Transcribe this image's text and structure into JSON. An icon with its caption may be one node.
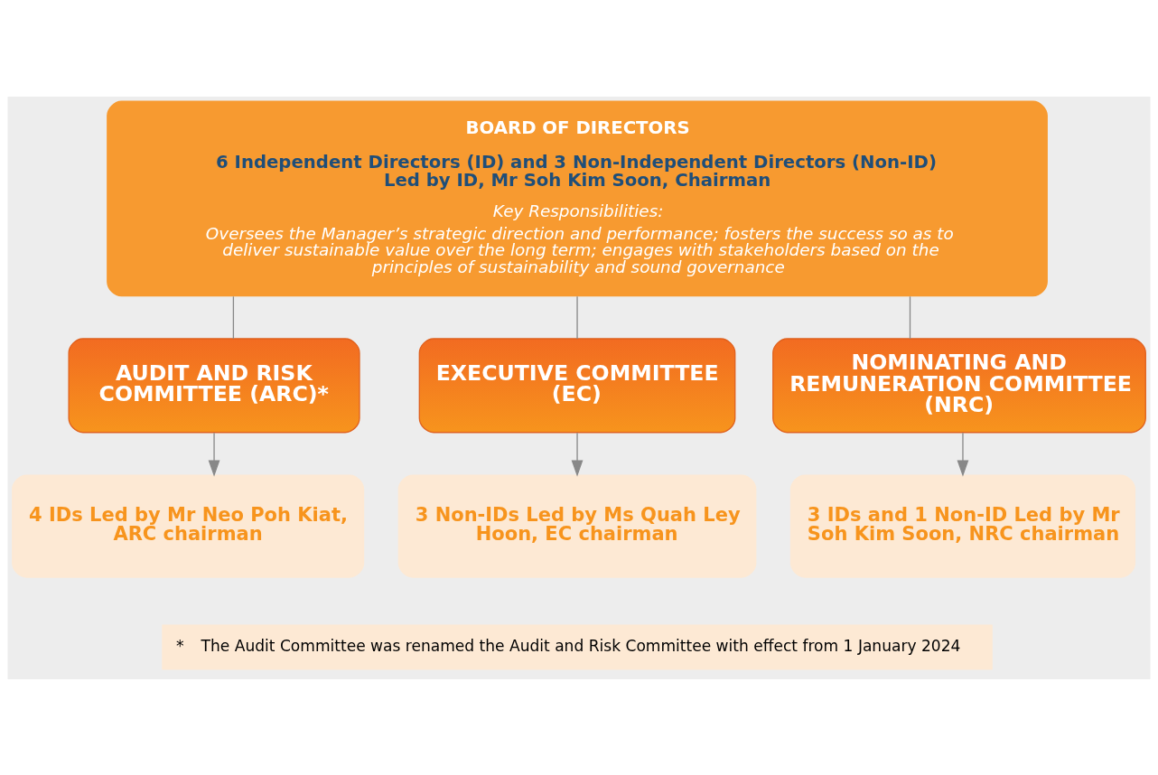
{
  "diagram": {
    "nodes": [
      {
        "text": [
          "BOARD OF DIRECTORS",
          "6 Independent Directors (ID) and 3 Non-Independent Directors (Non-ID) Led by ID, Mr Soh Kim Soon, Chairman",
          "Key Responsibilities:",
          "Oversees the Manager’s strategic direction and performance; fosters the success so as to deliver sustainable value over the long term; engages with stakeholders based on the principles of sustainability and sound governance"
        ]
      },
      {
        "text": [
          "AUDIT AND RISK COMMITTEE (ARC)*"
        ]
      },
      {
        "text": [
          "EXECUTIVE COMMITTEE (EC)"
        ]
      },
      {
        "text": [
          "NOMINATING AND REMUNERATION COMMITTEE (NRC)"
        ]
      },
      {
        "text": [
          "4 IDs Led by Mr Neo Poh Kiat, ARC chairman"
        ]
      },
      {
        "text": [
          "3 Non-IDs Led by Ms Quah Ley Hoon, EC chairman"
        ]
      },
      {
        "text": [
          "3 IDs and 1 Non-ID Led by Mr Soh Kim Soon, NRC chairman"
        ]
      }
    ],
    "edges": [
      {
        "from": 0,
        "to": 1,
        "arrow": "none"
      },
      {
        "from": 0,
        "to": 2,
        "arrow": "none"
      },
      {
        "from": 0,
        "to": 3,
        "arrow": "none"
      },
      {
        "from": 1,
        "to": 4,
        "arrow": "to"
      },
      {
        "from": 2,
        "to": 5,
        "arrow": "to"
      },
      {
        "from": 3,
        "to": 6,
        "arrow": "to"
      }
    ],
    "labels": [
      "*",
      "The Audit Committee was renamed the Audit and Risk Committee with effect from 1 January 2024"
    ]
  }
}
